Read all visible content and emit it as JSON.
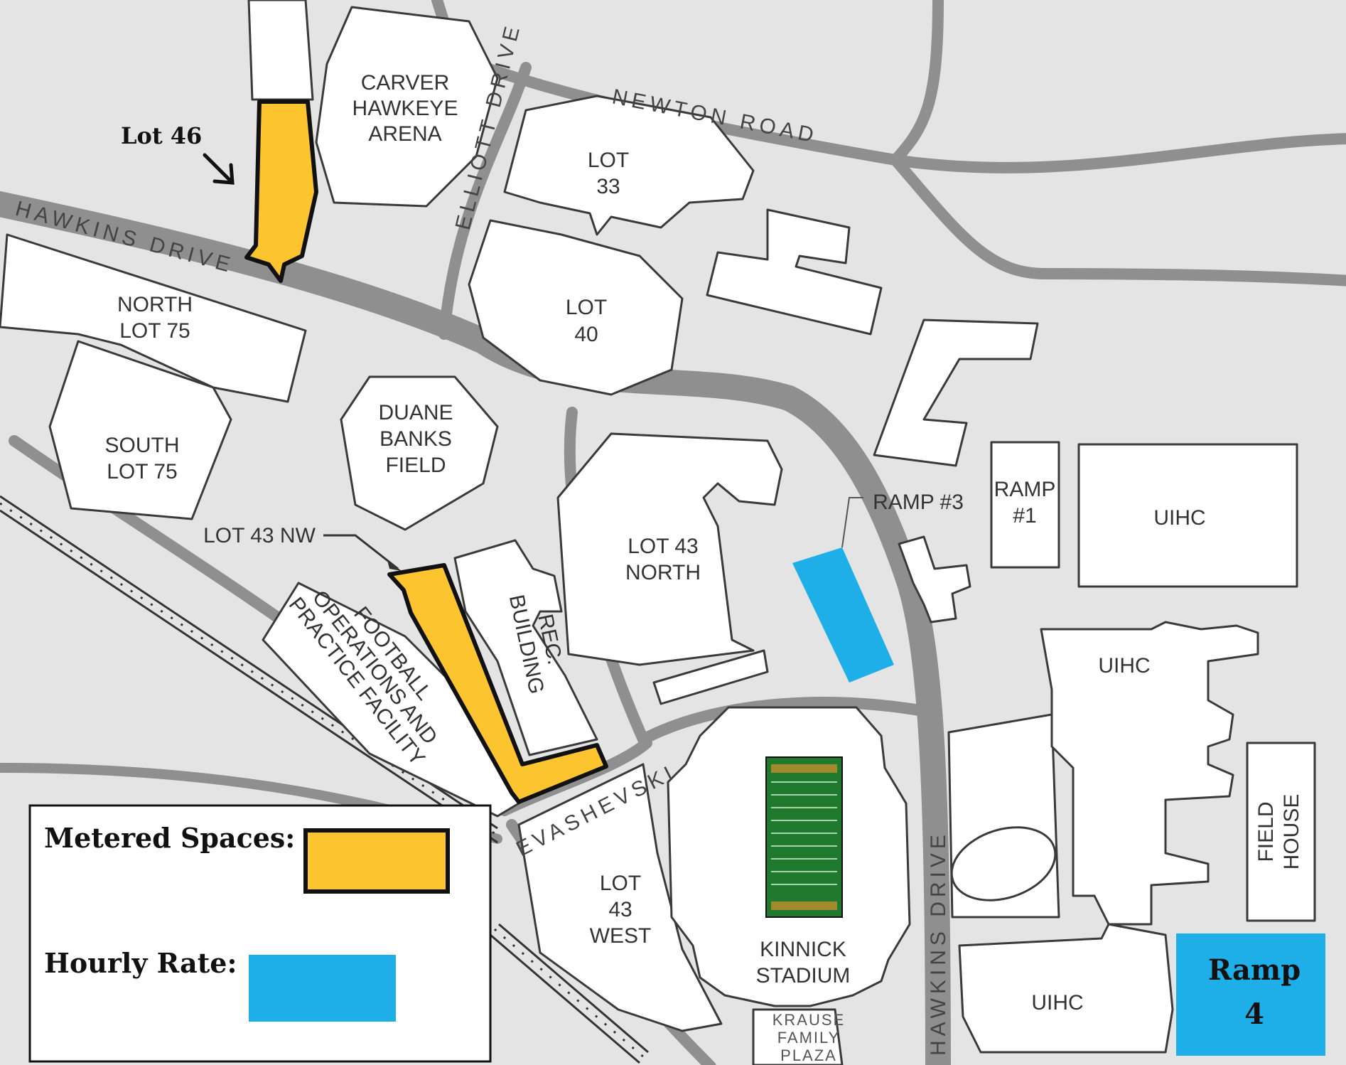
{
  "colors": {
    "metered": "#fcc52f",
    "hourly": "#1eaee8",
    "road": "#8f8f8f",
    "background": "#e4e4e4"
  },
  "streets": {
    "hawkins_drive_west": "HAWKINS DRIVE",
    "hawkins_drive_east": "HAWKINS DRIVE",
    "newton_road": "NEWTON ROAD",
    "elliott_drive": "ELLIOTT DRIVE",
    "evashevski": "EVASHEVSKI"
  },
  "places": {
    "carver": [
      "CARVER",
      "HAWKEYE",
      "ARENA"
    ],
    "lot33": [
      "LOT",
      "33"
    ],
    "lot40": [
      "LOT",
      "40"
    ],
    "north_lot75": [
      "NORTH",
      "LOT 75"
    ],
    "south_lot75": [
      "SOUTH",
      "LOT 75"
    ],
    "duane": [
      "DUANE",
      "BANKS",
      "FIELD"
    ],
    "lot43nw": "LOT 43 NW",
    "lot43north": [
      "LOT 43",
      "NORTH"
    ],
    "ramp3": "RAMP #3",
    "ramp1": [
      "RAMP",
      "#1"
    ],
    "uihc_top": "UIHC",
    "uihc_mid": "UIHC",
    "uihc_bottom": "UIHC",
    "football": [
      "FOOTBALL",
      "OPERATIONS AND",
      "PRACTICE FACILITY"
    ],
    "rec": [
      "REC.",
      "BUILDING"
    ],
    "lot43west": [
      "LOT",
      "43",
      "WEST"
    ],
    "kinnick": [
      "KINNICK",
      "STADIUM"
    ],
    "krause": [
      "KRAUSE",
      "FAMILY",
      "PLAZA"
    ],
    "field_house": [
      "FIELD",
      "HOUSE"
    ]
  },
  "callouts": {
    "lot46": "Lot 46",
    "ramp4": [
      "Ramp",
      "4"
    ]
  },
  "legend": {
    "metered_label": "Metered Spaces:",
    "hourly_label": "Hourly Rate:"
  }
}
